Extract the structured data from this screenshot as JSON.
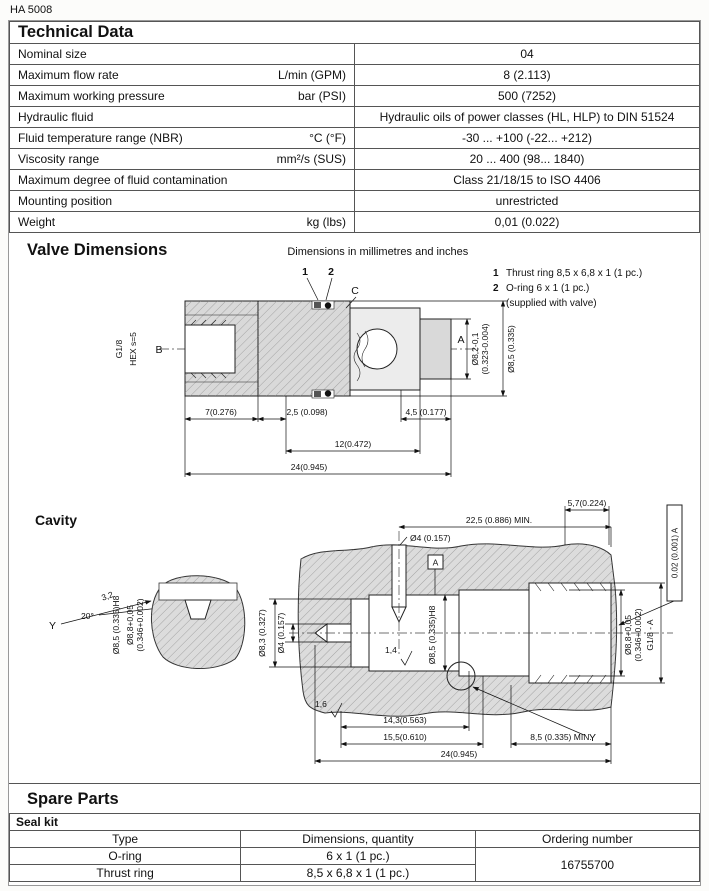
{
  "doc_number": "HA 5008",
  "technical_data": {
    "title": "Technical Data",
    "rows": [
      {
        "label": "Nominal size",
        "unit": "",
        "value": "04"
      },
      {
        "label": "Maximum flow rate",
        "unit": "L/min (GPM)",
        "value": "8 (2.113)"
      },
      {
        "label": "Maximum working pressure",
        "unit": "bar (PSI)",
        "value": "500 (7252)"
      },
      {
        "label": "Hydraulic fluid",
        "unit": "",
        "value": "Hydraulic oils of power classes (HL, HLP) to DIN 51524"
      },
      {
        "label": "Fluid temperature range (NBR)",
        "unit": "°C (°F)",
        "value": "-30 ... +100 (-22... +212)"
      },
      {
        "label": "Viscosity range",
        "unit": "mm²/s (SUS)",
        "value": "20 ... 400 (98... 1840)"
      },
      {
        "label": "Maximum degree of fluid contamination",
        "unit": "",
        "value": "Class 21/18/15 to ISO 4406"
      },
      {
        "label": "Mounting position",
        "unit": "",
        "value": "unrestricted"
      },
      {
        "label": "Weight",
        "unit": "kg (lbs)",
        "value": "0,01 (0.022)"
      }
    ]
  },
  "valve": {
    "title": "Valve Dimensions",
    "subtitle": "Dimensions in millimetres and inches",
    "notes": [
      {
        "num": "1",
        "text": "Thrust ring 8,5 x 6,8 x 1 (1 pc.)"
      },
      {
        "num": "2",
        "text": "O-ring 6 x 1 (1 pc.)"
      },
      {
        "num": "",
        "text": "(supplied with valve)"
      }
    ],
    "callout_1": "1",
    "callout_2": "2",
    "port_b": "B",
    "port_c": "C",
    "port_a": "A",
    "thread": "G1/8",
    "hex": "HEX s=5",
    "dia_nose_1": "Ø8,2-0,1",
    "dia_nose_2": "(0.323-0.004)",
    "dia_body": "Ø8,5 (0.335)",
    "dim_7": "7(0.276)",
    "dim_2_5": "2,5 (0.098)",
    "dim_4_5": "4,5 (0.177)",
    "dim_12": "12(0.472)",
    "dim_24": "24(0.945)"
  },
  "cavity": {
    "title": "Cavity",
    "dim_5_7": "5,7(0.224)",
    "dim_22_5": "22,5 (0.886) MIN.",
    "dia_4_top": "Ø4 (0.157)",
    "datum": "A",
    "tolerance": "0.02 (0.001) A",
    "detail_label": "Y",
    "angle": "20°",
    "rough_3_2": "3,2",
    "detail_dia_8_5": "Ø8,5 (0.335)H8",
    "detail_dia_8_8_1": "Ø8,8+0,05",
    "detail_dia_8_8_2": "(0.346+0.002)",
    "dia_8_3": "Ø8,3 (0.327)",
    "dia_4": "Ø4 (0.157)",
    "dia_8_5": "Ø8,5 (0.335)H8",
    "rough_1_4": "1,4",
    "rough_1_6": "1,6",
    "dia_8_8_1": "Ø8,8+0,05",
    "dia_8_8_2": "(0.346+0.002)",
    "thread": "G1/8 - A",
    "dim_14_3": "14,3(0.563)",
    "dim_15_5": "15,5(0.610)",
    "dim_24": "24(0.945)",
    "dim_8_5_min": "8,5 (0.335) MIN.",
    "section_label": "Y"
  },
  "spare_parts": {
    "title": "Spare Parts",
    "subtitle": "Seal kit",
    "headers": [
      "Type",
      "Dimensions, quantity",
      "Ordering number"
    ],
    "rows": [
      {
        "type": "O-ring",
        "dims": "6 x 1 (1 pc.)"
      },
      {
        "type": "Thrust ring",
        "dims": "8,5 x 6,8 x 1 (1 pc.)"
      }
    ],
    "ordering_number": "16755700"
  }
}
